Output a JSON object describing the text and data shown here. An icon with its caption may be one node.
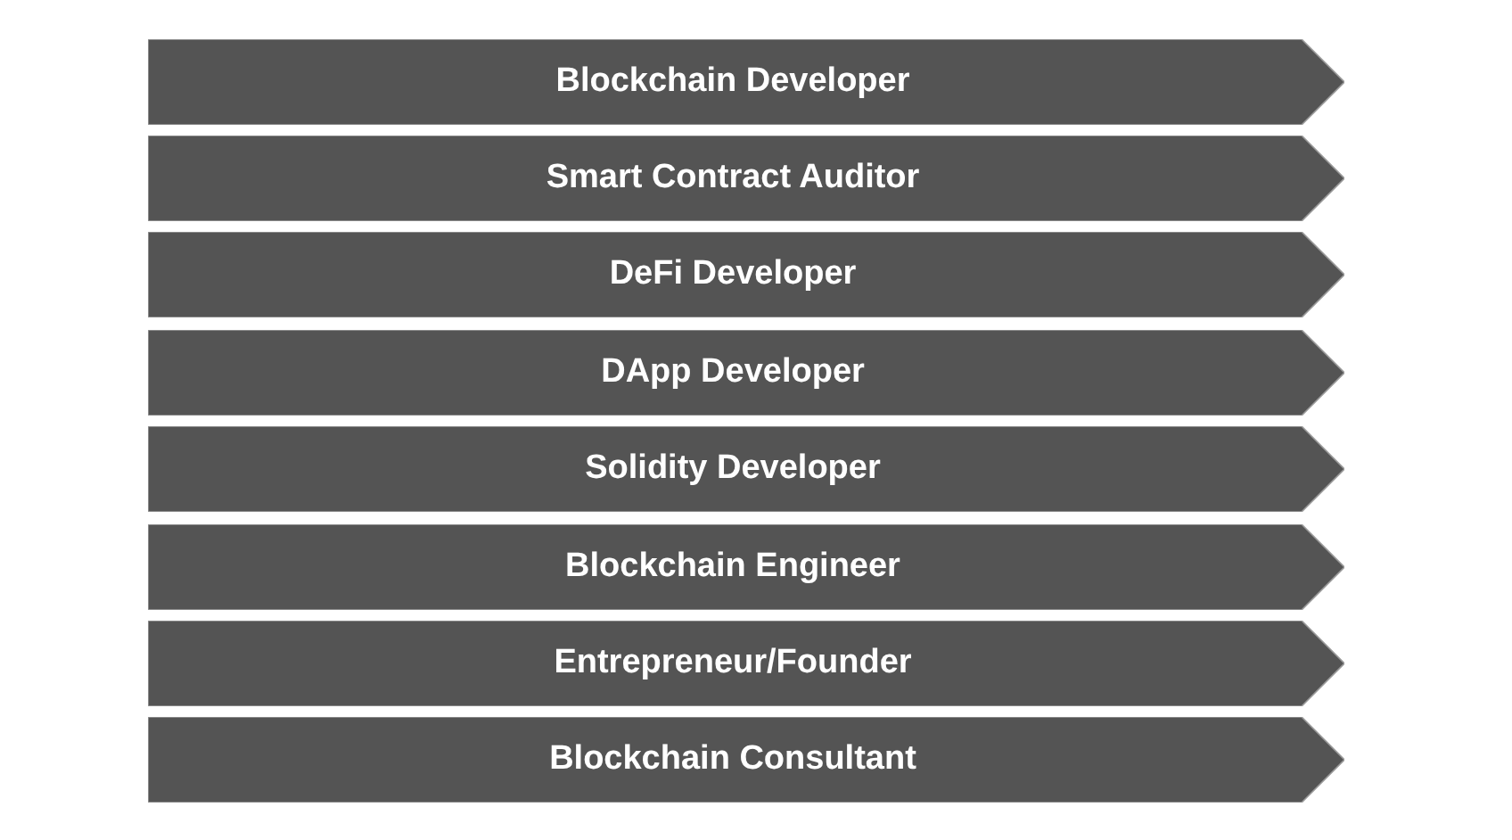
{
  "diagram": {
    "nodes": [
      {
        "text": [
          "Blockchain Developer"
        ]
      },
      {
        "text": [
          "Smart Contract Auditor"
        ]
      },
      {
        "text": [
          "DeFi Developer"
        ]
      },
      {
        "text": [
          "DApp Developer"
        ]
      },
      {
        "text": [
          "Solidity Developer"
        ]
      },
      {
        "text": [
          "Blockchain Engineer"
        ]
      },
      {
        "text": [
          "Entrepreneur/Founder"
        ]
      },
      {
        "text": [
          "Blockchain Consultant"
        ]
      }
    ]
  }
}
